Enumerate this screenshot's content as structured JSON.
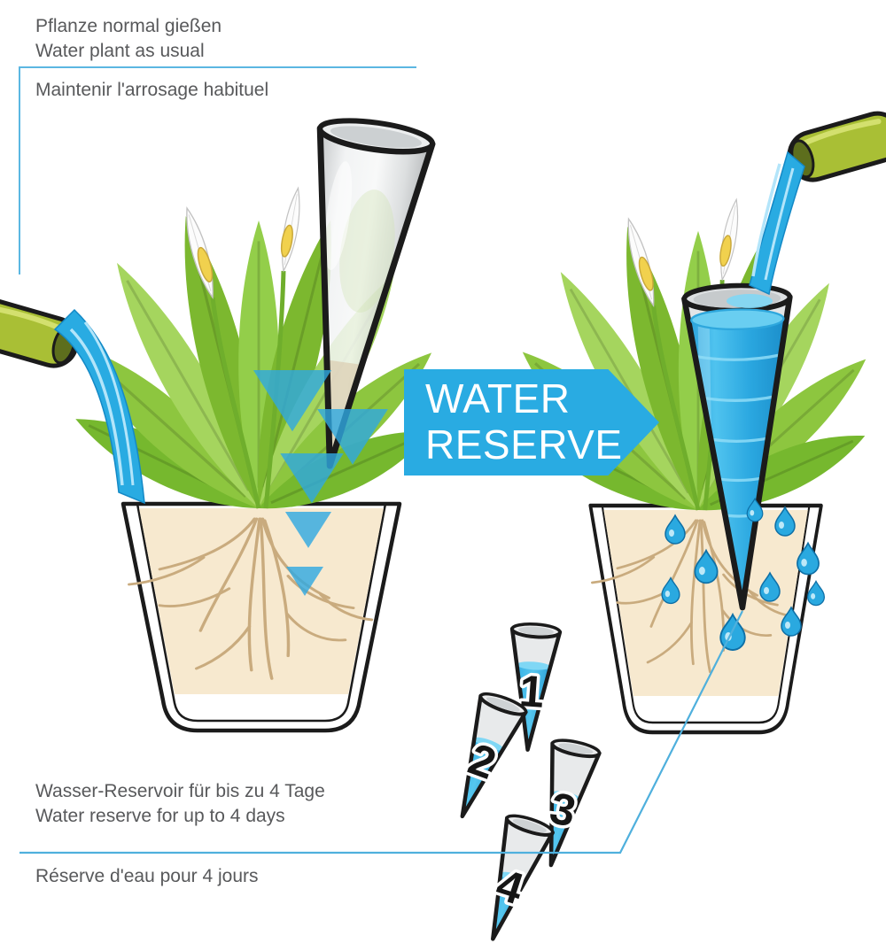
{
  "top_instruction": {
    "de": "Pflanze normal gießen",
    "en": "Water plant as usual",
    "fr": "Maintenir l'arrosage habituel"
  },
  "banner": {
    "line1": "WATER",
    "line2": "RESERVE"
  },
  "bottom_instruction": {
    "de": "Wasser-Reservoir für bis zu 4 Tage",
    "en": "Water reserve for up to 4 days",
    "fr": "Réserve d'eau pour 4 jours"
  },
  "spikes": {
    "items": [
      {
        "number": "1"
      },
      {
        "number": "2"
      },
      {
        "number": "3"
      },
      {
        "number": "4"
      }
    ]
  },
  "colors": {
    "accent_blue": "#29abe2",
    "leaf_green": "#8dc63f",
    "spout_green": "#a9bf35",
    "soil_beige": "#f7e9cf",
    "text_gray": "#58595b",
    "outline_black": "#1b1b1b",
    "water_light": "#6fd0f1"
  }
}
